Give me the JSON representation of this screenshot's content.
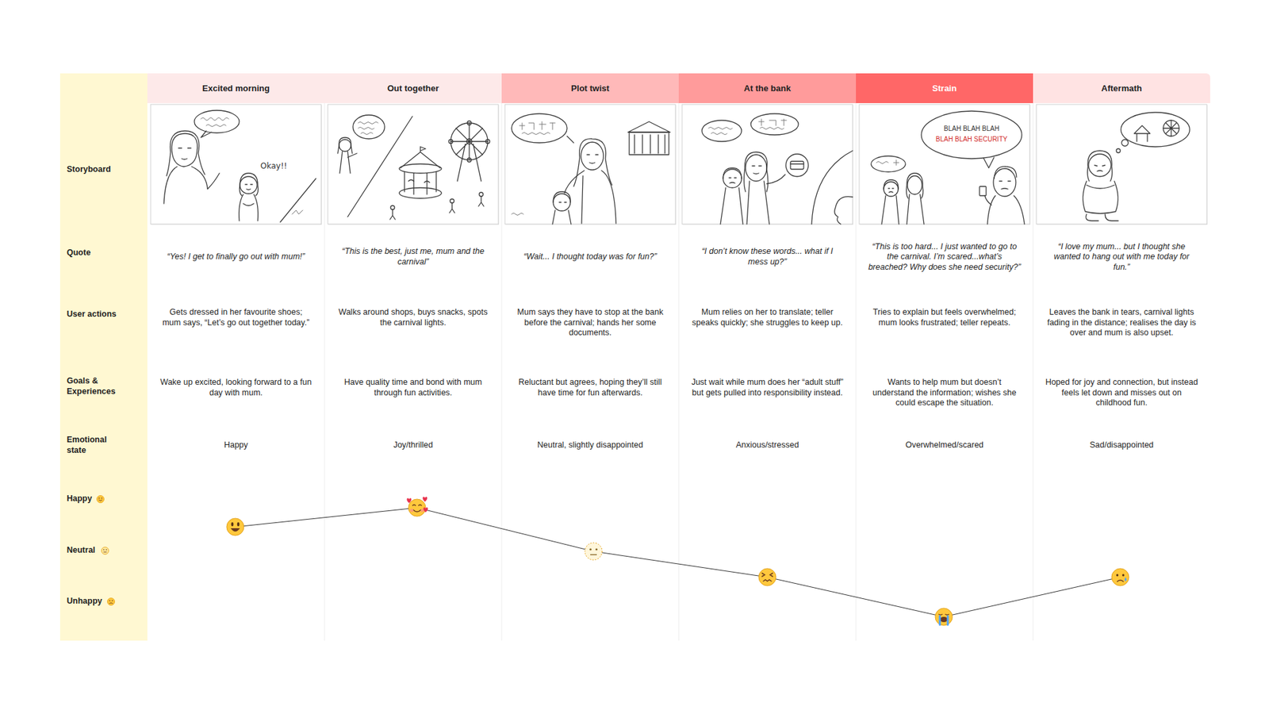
{
  "diagram": {
    "nodes": [
      {
        "text": [
          "Storyboard",
          "Quote",
          "User actions",
          "Goals & Experiences",
          "Emotional state",
          "Happy",
          "Neutral",
          "Unhappy"
        ]
      },
      {
        "text": [
          "Excited morning"
        ]
      },
      {
        "text": [
          "Out together"
        ]
      },
      {
        "text": [
          "Plot twist"
        ]
      },
      {
        "text": [
          "At the bank"
        ]
      },
      {
        "text": [
          "Strain"
        ]
      },
      {
        "text": [
          "Aftermath"
        ]
      }
    ],
    "labels": [
      "“Yes! I get to finally go out with mum!”",
      "“This is the best, just me, mum and the carnival”",
      "“Wait... I thought today was for fun?”",
      "“I don’t know these words... what if I mess up?”",
      "“This is too hard... I just wanted to go to the carnival. I’m scared...what’s breached? Why does she need security?”",
      "“I love my mum... but I thought she wanted to hang out with me today for fun.”",
      "Gets dressed in her favourite shoes; mum says, “Let’s go out together today.”",
      "Walks around shops, buys snacks, spots the carnival lights.",
      "Mum says they have to stop at the bank before the carnival; hands her some documents.",
      "Mum relies on her to translate; teller speaks quickly; she struggles to keep up.",
      "Tries to explain but feels overwhelmed; mum looks frustrated; teller repeats.",
      "Leaves the bank in tears, carnival lights fading in the distance; realises the day is over and mum is also upset.",
      "Wake up excited, looking forward to a fun day with mum.",
      "Have quality time and bond with mum through fun activities.",
      "Reluctant but agrees, hoping they’ll still have time for fun afterwards.",
      "Just wait while mum does her “adult stuff” but gets pulled into responsibility instead.",
      "Wants to help mum but doesn’t understand the information; wishes she could escape the situation.",
      "Hoped for joy and connection, but instead feels let down and misses out on childhood fun.",
      "Happy",
      "Joy/thrilled",
      "Neutral, slightly disappointed",
      "Anxious/stressed",
      "Overwhelmed/scared",
      "Sad/disappointed",
      "Okay!!",
      "BLAH BLAH BLAH",
      "BLAH BLAH SECURITY"
    ]
  }
}
